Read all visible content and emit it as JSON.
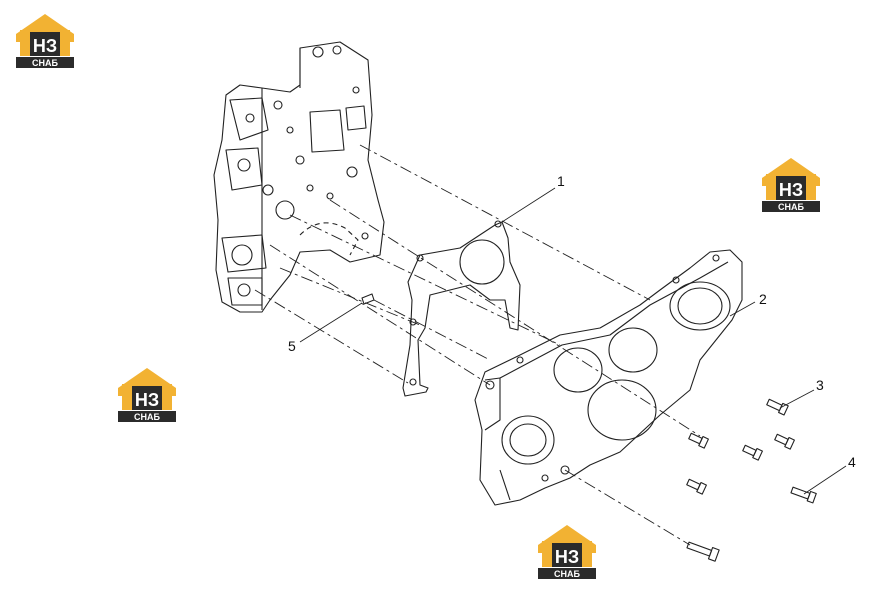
{
  "logo": {
    "mark": "НЗ",
    "word": "СНАБ",
    "colors": {
      "gold": "#F2B233",
      "dark": "#2B2B2B",
      "white": "#FFFFFF"
    }
  },
  "callouts": [
    "1",
    "2",
    "3",
    "4",
    "5"
  ],
  "icons": [
    "logo-icon",
    "engine-block",
    "gasket",
    "timing-cover",
    "bolt"
  ]
}
